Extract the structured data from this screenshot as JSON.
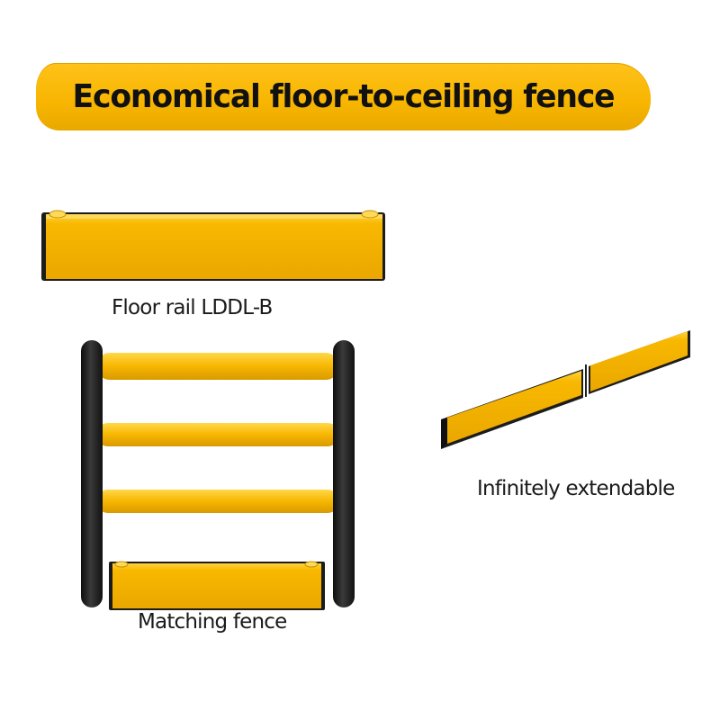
{
  "title": "Economical floor-to-ceiling fence",
  "captions": {
    "floor_rail": "Floor rail LDDL-B",
    "extendable": "Infinitely extendable",
    "matching": "Matching fence"
  },
  "colors": {
    "brand_yellow": "#f7b500",
    "post_black": "#1c1c1c"
  },
  "illustrations": {
    "floor_rail": "floor-rail",
    "extendable": "extendable-rail-segments",
    "fence": "fence-with-posts-and-rails"
  }
}
